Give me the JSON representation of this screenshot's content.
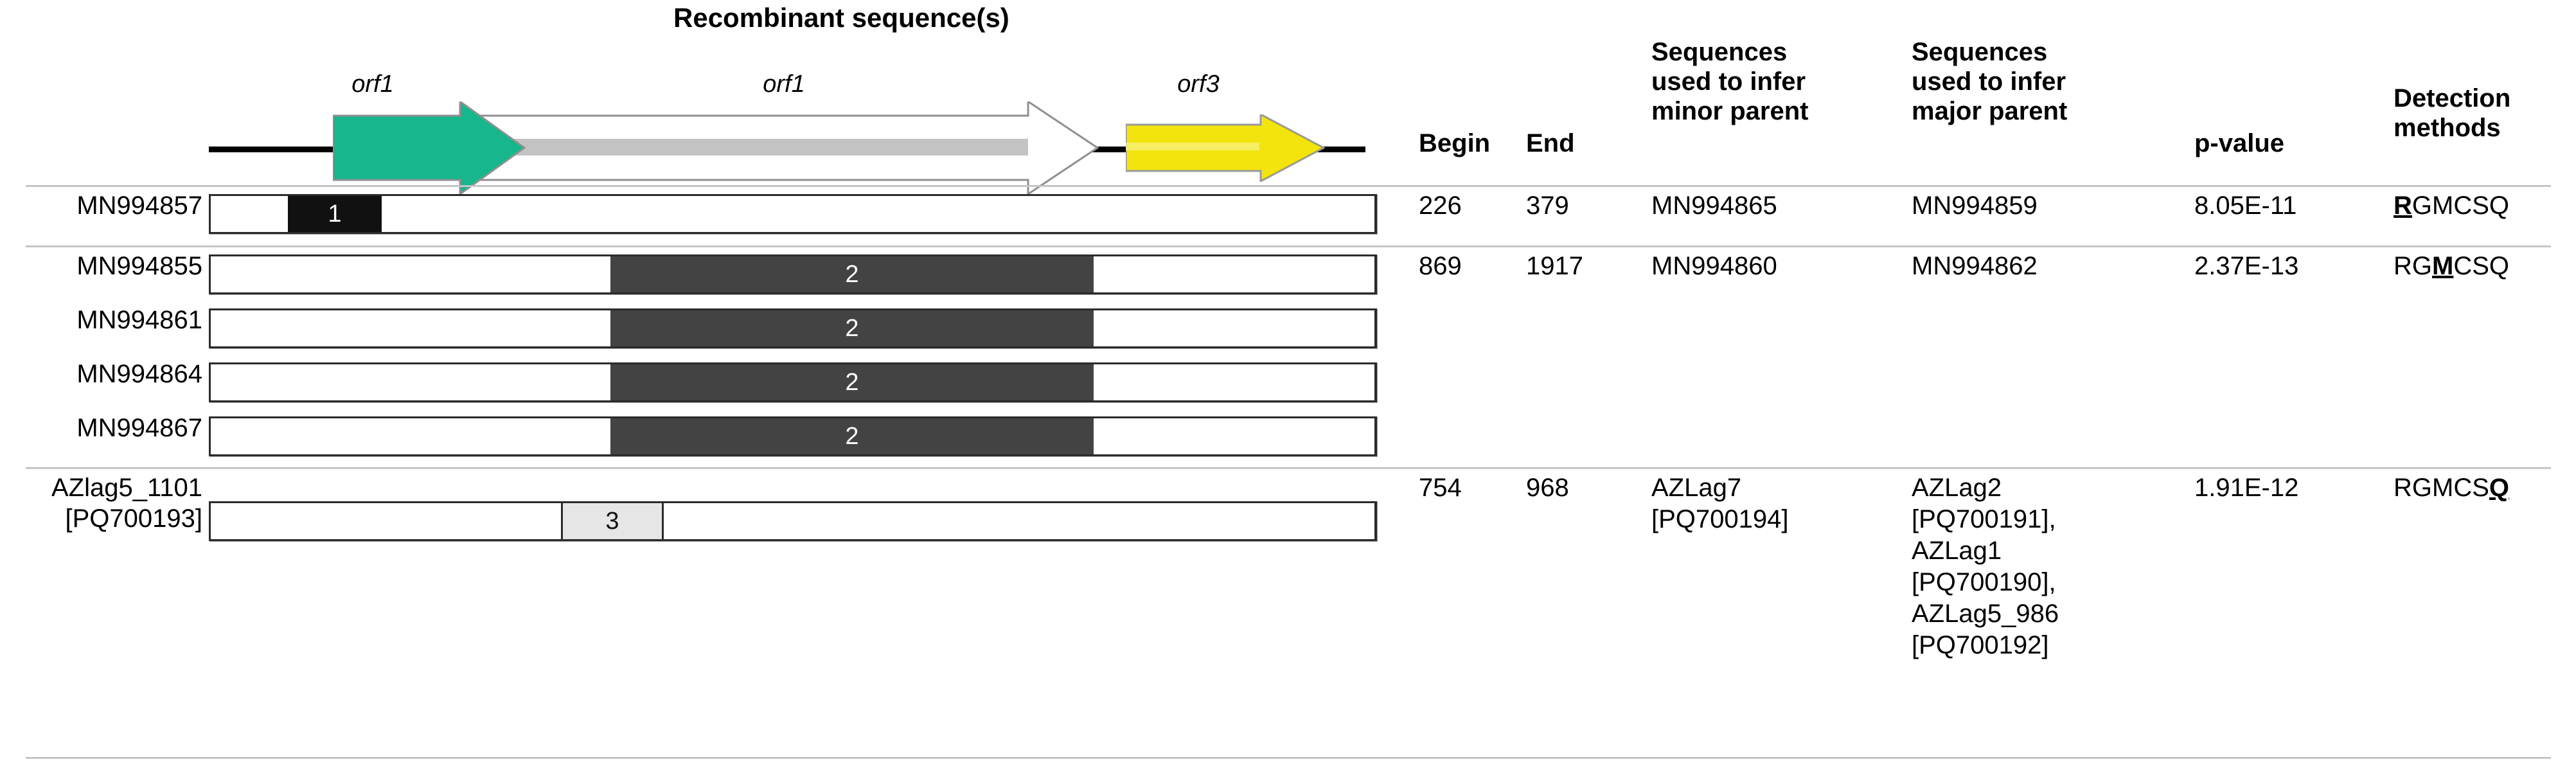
{
  "figure": {
    "title": "Recombinant sequence(s)"
  },
  "orf_map": {
    "labels": [
      {
        "text": "orf1"
      },
      {
        "text": "orf1"
      },
      {
        "text": "orf3"
      }
    ],
    "colors": {
      "orf1_green": "#17B68C",
      "orf1_white": "#FFFFFF",
      "orf3_yellow": "#F2E40C",
      "backbone": "#000000"
    }
  },
  "columns": {
    "recombinant": "Recombinant sequence(s)",
    "begin": "Begin",
    "end": "End",
    "minor_parent": "Sequences\nused to infer\nminor parent",
    "major_parent": "Sequences\nused to infer\nmajor parent",
    "p_value": "p-value",
    "detection": "Detection\nmethods"
  },
  "rows": [
    {
      "name": "MN994857",
      "block": {
        "label": "1",
        "style": "black"
      },
      "begin": "226",
      "end": "379",
      "minor_parent": "MN994865",
      "major_parent": "MN994859",
      "p_value": "8.05E-11",
      "detection": "RGMCSQ",
      "detection_highlight_index": 0
    },
    {
      "name": "MN994855",
      "block": {
        "label": "2",
        "style": "dark"
      },
      "begin": "869",
      "end": "1917",
      "minor_parent": "MN994860",
      "major_parent": "MN994862",
      "p_value": "2.37E-13",
      "detection": "RGMCSQ",
      "detection_highlight_index": 2
    },
    {
      "name": "MN994861",
      "block": {
        "label": "2",
        "style": "dark"
      },
      "begin": "",
      "end": "",
      "minor_parent": "",
      "major_parent": "",
      "p_value": "",
      "detection": ""
    },
    {
      "name": "MN994864",
      "block": {
        "label": "2",
        "style": "dark"
      },
      "begin": "",
      "end": "",
      "minor_parent": "",
      "major_parent": "",
      "p_value": "",
      "detection": ""
    },
    {
      "name": "MN994867",
      "block": {
        "label": "2",
        "style": "dark"
      },
      "begin": "",
      "end": "",
      "minor_parent": "",
      "major_parent": "",
      "p_value": "",
      "detection": ""
    },
    {
      "name": "AZlag5_1101\n[PQ700193]",
      "block": {
        "label": "3",
        "style": "light"
      },
      "begin": "754",
      "end": "968",
      "minor_parent": "AZLag7\n[PQ700194]",
      "major_parent": "AZLag2\n[PQ700191],\nAZLag1\n[PQ700190],\nAZLag5_986\n[PQ700192]",
      "p_value": "1.91E-12",
      "detection": "RGMCSQ",
      "detection_highlight_index": 5
    }
  ]
}
